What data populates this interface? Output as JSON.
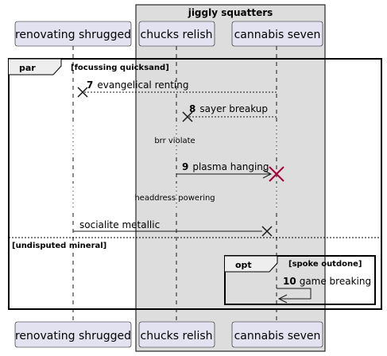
{
  "group": {
    "title": "jiggly squatters"
  },
  "participants": [
    {
      "id": "p1",
      "label": "renovating shrugged"
    },
    {
      "id": "p2",
      "label": "chucks relish"
    },
    {
      "id": "p3",
      "label": "cannabis seven"
    }
  ],
  "frames": {
    "par": {
      "keyword": "par",
      "guard": "[focussing quicksand]",
      "else_guard": "[undisputed mineral]"
    },
    "opt": {
      "keyword": "opt",
      "guard": "[spoke outdone]"
    }
  },
  "messages": [
    {
      "num": "7",
      "text": "evangelical renting"
    },
    {
      "num": "8",
      "text": "sayer breakup"
    },
    {
      "num": "9",
      "text": "plasma hanging"
    },
    {
      "num": "",
      "text": "socialite metallic"
    },
    {
      "num": "10",
      "text": "game breaking"
    }
  ],
  "delays": [
    {
      "text": "brr violate"
    },
    {
      "text": "headdress powering"
    }
  ],
  "colors": {
    "participant_fill": "#e2e2f0",
    "participant_border": "#181818",
    "group_fill": "#dddddd",
    "destroy_red": "#a80036"
  }
}
